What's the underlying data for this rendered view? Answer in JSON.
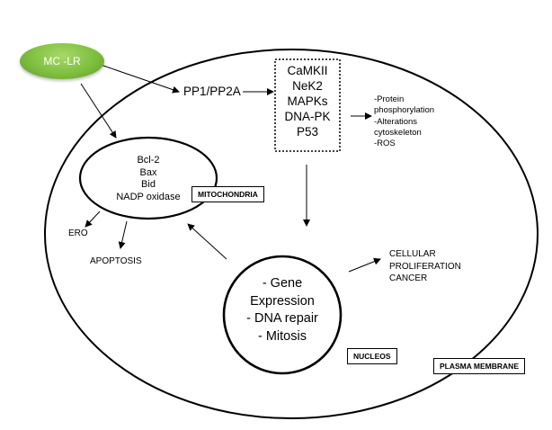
{
  "agent": {
    "label": "MC -LR"
  },
  "phosphatase": {
    "label": "PP1/PP2A"
  },
  "kinases": {
    "items": [
      "CaMKII",
      "NeK2",
      "MAPKs",
      "DNA-PK",
      "P53"
    ]
  },
  "effects": {
    "lines": [
      "-Protein",
      "phosphorylation",
      "-Alterations",
      "cytoskeleton",
      "-ROS"
    ]
  },
  "mitochondria": {
    "items": [
      "Bcl-2",
      "Bax",
      "Bid",
      "NADP oxidase"
    ],
    "label": "MITOCHONDRIA"
  },
  "outcomes": {
    "ero": "ERO",
    "apoptosis": "APOPTOSIS"
  },
  "nucleus": {
    "items": [
      "- Gene",
      "Expression",
      "- DNA repair",
      "- Mitosis"
    ],
    "label": "NUCLEOS"
  },
  "proliferation": {
    "lines": [
      "CELLULAR",
      "PROLIFERATION",
      "CANCER"
    ]
  },
  "membrane": {
    "label": "PLASMA MEMBRANE"
  },
  "colors": {
    "agent_fill": "#7fbf3f",
    "stroke": "#000000",
    "background": "#ffffff"
  }
}
